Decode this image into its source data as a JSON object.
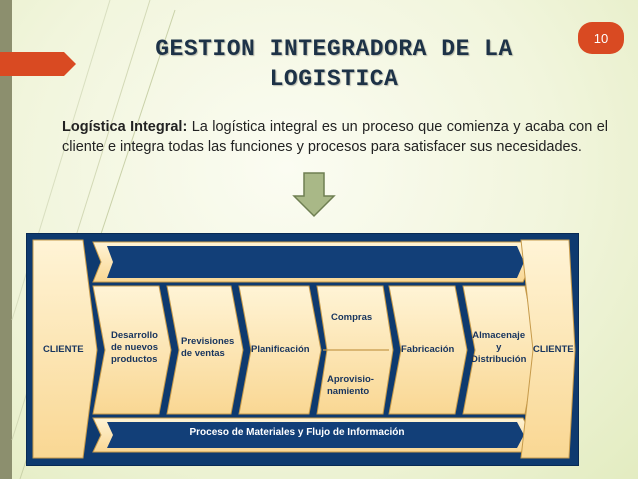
{
  "slide": {
    "number": "10",
    "title_line1": "GESTION INTEGRADORA DE LA",
    "title_line2": "LOGISTICA",
    "definition_term": "Logística Integral:",
    "definition_text": " La logística integral es un proceso que comienza y acaba con el cliente e integra todas las funciones y procesos para satisfacer sus necesidades."
  },
  "diagram": {
    "cliente_left": "CLIENTE",
    "desarrollo": [
      "Desarrollo",
      "de nuevos",
      "productos"
    ],
    "previsiones": [
      "Previsiones",
      "de ventas"
    ],
    "planificacion": "Planificación",
    "compras": "Compras",
    "aprovisionamiento": [
      "Aprovisio-",
      "namiento"
    ],
    "fabricacion": "Fabricación",
    "almacenaje": [
      "Almacenaje",
      "y",
      "Distribución"
    ],
    "cliente_right": "CLIENTE",
    "flow_label": "Proceso de Materiales y Flujo de Información"
  },
  "colors": {
    "accent_red": "#d94a22",
    "diagram_navy": "#0e3a6f",
    "cell_fill": "#fde6b4"
  }
}
